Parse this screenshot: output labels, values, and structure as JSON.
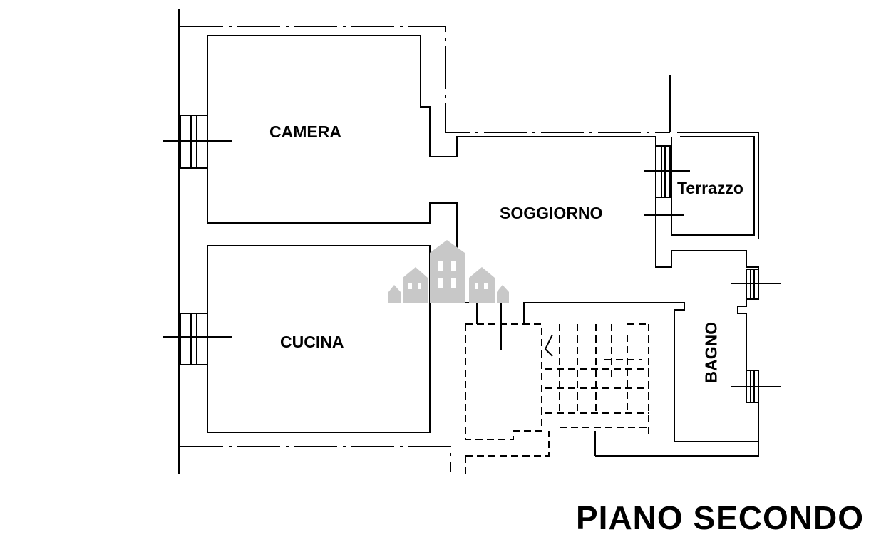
{
  "rooms": {
    "camera": "CAMERA",
    "soggiorno": "SOGGIORNO",
    "terrazzo": "Terrazzo",
    "cucina": "CUCINA",
    "bagno": "BAGNO"
  },
  "floor_title": "PIANO SECONDO",
  "colors": {
    "line": "#000000",
    "watermark": "#c8c8c8",
    "background": "#ffffff"
  },
  "icons": {
    "watermark": "buildings-watermark-icon"
  }
}
